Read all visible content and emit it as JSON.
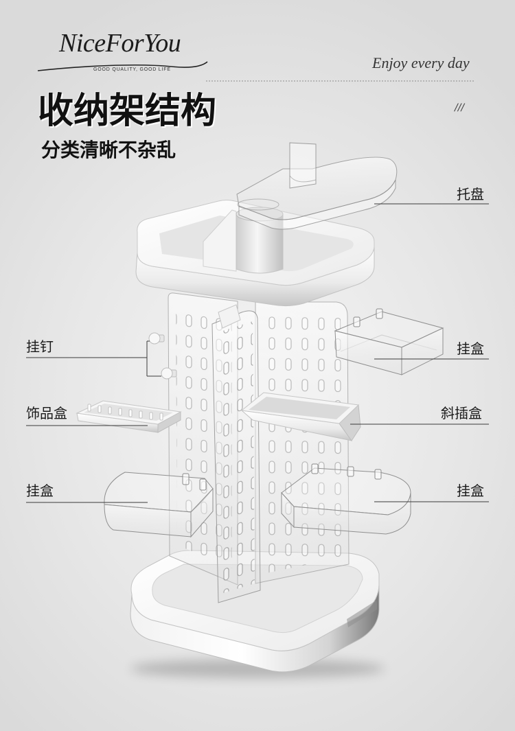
{
  "brand": {
    "logo_text": "NiceForYou",
    "tagline": "GOOD QUALITY, GOOD LIFE"
  },
  "slogan": "Enjoy every day",
  "decoration_mark": "///",
  "title": "收纳架结构",
  "subtitle": "分类清晰不杂乱",
  "labels": {
    "tray": "托盘",
    "peg": "挂钉",
    "hanging_box_upper_right": "挂盒",
    "jewelry_box": "饰品盒",
    "slanted_box": "斜插盒",
    "hanging_box_lower_left": "挂盒",
    "hanging_box_lower_right": "挂盒"
  },
  "colors": {
    "background": "#e6e6e6",
    "text": "#1a1a1a",
    "leader_line": "#3a3a3a"
  }
}
